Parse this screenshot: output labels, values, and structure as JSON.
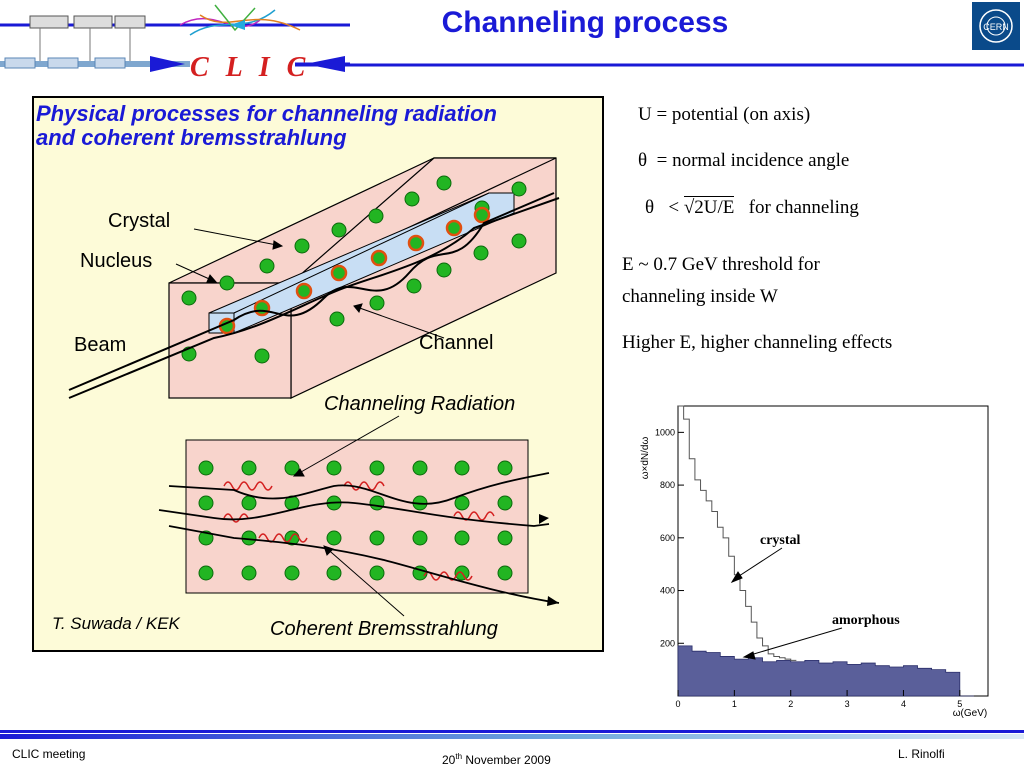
{
  "header": {
    "title": "Channeling process",
    "clic_logo": "C L I C",
    "cern_logo": "CERN"
  },
  "figure": {
    "title_line1": "Physical processes for channeling radiation",
    "title_line2": "and coherent bremsstrahlung",
    "labels": {
      "crystal": "Crystal",
      "nucleus": "Nucleus",
      "beam": "Beam",
      "channel": "Channel",
      "channeling_radiation": "Channeling Radiation",
      "coherent_bremsstrahlung": "Coherent Bremsstrahlung"
    },
    "credit": "T. Suwada / KEK"
  },
  "notes": {
    "u_def": "U = potential (on axis)",
    "theta_def_symbol": "θ",
    "theta_def_text": "= normal incidence angle",
    "condition_symbol": "θ",
    "condition_lt": "<",
    "condition_sqrt": "√2U/E",
    "condition_text": "for channeling",
    "threshold_line1": "E  ~ 0.7 GeV  threshold for",
    "threshold_line2": "channeling inside  W",
    "higher_e": "Higher E, higher channeling effects"
  },
  "chart_data": {
    "type": "area",
    "title": "",
    "xlabel": "ω(GeV)",
    "ylabel": "ω×dN/dω",
    "xlim": [
      0,
      5.5
    ],
    "ylim": [
      0,
      1100
    ],
    "xticks": [
      "0",
      "1",
      "2",
      "3",
      "4",
      "5"
    ],
    "yticks": [
      "200",
      "400",
      "600",
      "800",
      "1000"
    ],
    "annotations": [
      "crystal",
      "amorphous"
    ],
    "series": [
      {
        "name": "crystal",
        "style": "step-line",
        "x": [
          0.0,
          0.1,
          0.2,
          0.3,
          0.4,
          0.5,
          0.6,
          0.7,
          0.8,
          0.9,
          1.0,
          1.1,
          1.2,
          1.3,
          1.4,
          1.5,
          1.6,
          1.7,
          1.8,
          1.9,
          2.0
        ],
        "values": [
          1100,
          1050,
          900,
          820,
          780,
          740,
          700,
          640,
          600,
          530,
          460,
          400,
          340,
          280,
          220,
          190,
          160,
          150,
          145,
          140,
          135
        ]
      },
      {
        "name": "amorphous",
        "style": "filled-step",
        "x": [
          0.0,
          0.25,
          0.5,
          0.75,
          1.0,
          1.25,
          1.5,
          1.75,
          2.0,
          2.25,
          2.5,
          2.75,
          3.0,
          3.25,
          3.5,
          3.75,
          4.0,
          4.25,
          4.5,
          4.75,
          5.0
        ],
        "values": [
          190,
          170,
          165,
          150,
          140,
          145,
          130,
          135,
          130,
          135,
          125,
          130,
          120,
          125,
          115,
          110,
          115,
          105,
          100,
          90,
          0
        ]
      }
    ],
    "colors": {
      "amorphous_fill": "#5a5f9a",
      "crystal_line": "#555555"
    }
  },
  "footer": {
    "left": "CLIC  meeting",
    "center": "20th November 2009",
    "center_day": "20",
    "center_sup": "th",
    "center_rest": " November 2009",
    "right": "L. Rinolfi"
  },
  "colors": {
    "title_blue": "#1a1ad6",
    "clic_red": "#d42020",
    "panel_bg": "#fdfbd8",
    "crystal_fill": "#f8d4cc",
    "channel_fill": "#c8def4",
    "atom_green": "#22b522"
  }
}
